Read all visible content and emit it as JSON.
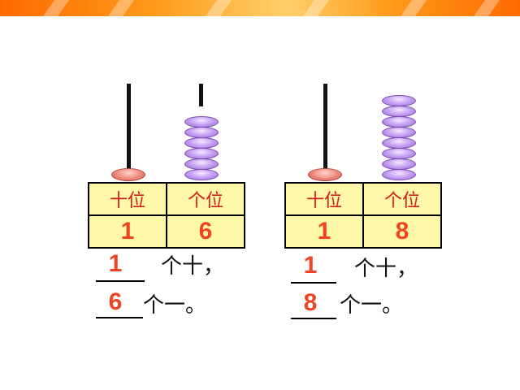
{
  "colors": {
    "banner": "#ff8c1a",
    "table_bg": "#fff8a8",
    "header_text": "#d41c1c",
    "digit_text": "#ee4422",
    "bead_purple": "#b388f0",
    "base_bead": "#ee8a7c"
  },
  "abacus_left": {
    "tens_beads": 1,
    "ones_beads": 6,
    "headers": [
      "十位",
      "个位"
    ],
    "values": [
      "1",
      "6"
    ],
    "answers": {
      "tens_value": "1",
      "tens_suffix": "个十，",
      "ones_value": "6",
      "ones_suffix": "个一。"
    }
  },
  "abacus_right": {
    "tens_beads": 1,
    "ones_beads": 8,
    "headers": [
      "十位",
      "个位"
    ],
    "values": [
      "1",
      "8"
    ],
    "answers": {
      "tens_value": "1",
      "tens_suffix": "个十，",
      "ones_value": "8",
      "ones_suffix": "个一。"
    }
  }
}
